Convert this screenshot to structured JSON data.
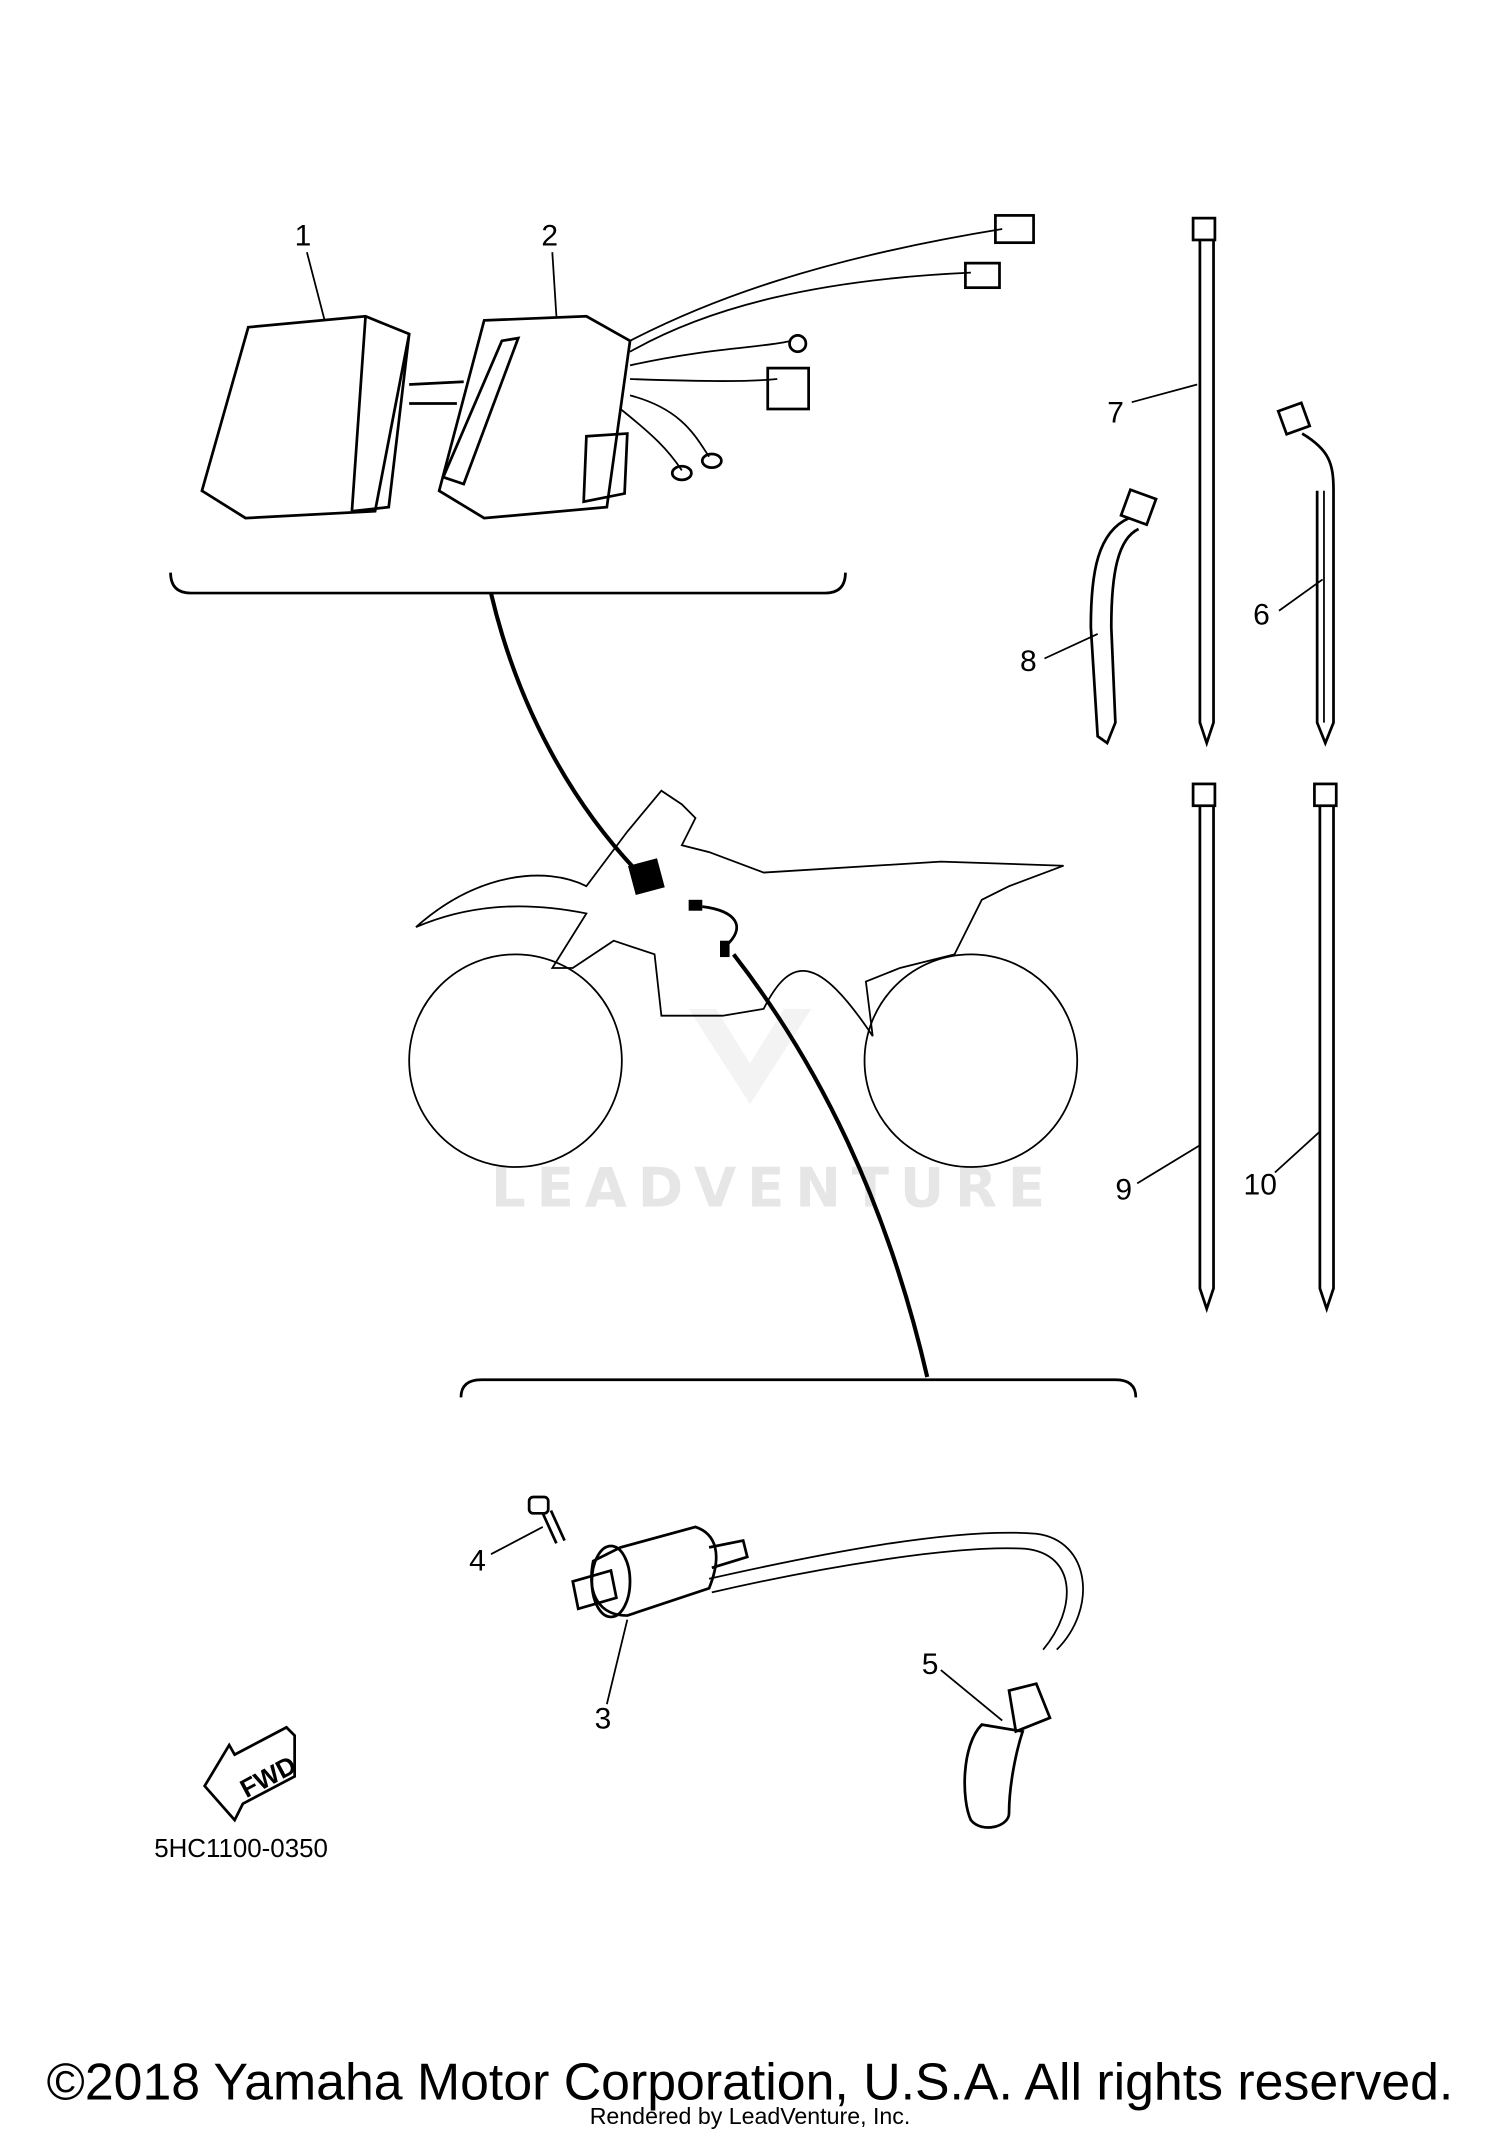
{
  "diagram": {
    "callouts": [
      "1",
      "2",
      "3",
      "4",
      "5",
      "6",
      "7",
      "8",
      "9",
      "10"
    ],
    "part_code": "5HC1100-0350",
    "fwd_label": "FWD",
    "watermark": "LEADVENTURE",
    "copyright": "©2018 Yamaha Motor Corporation, U.S.A. All rights reserved.",
    "rendered_by": "Rendered by LeadVenture, Inc."
  }
}
